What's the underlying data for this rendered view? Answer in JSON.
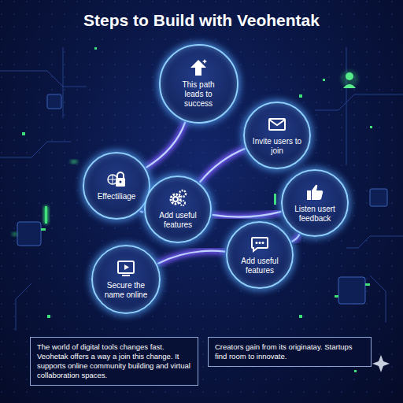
{
  "diagram": {
    "title": "Steps to Build with Veohentak",
    "nodes": [
      {
        "text": [
          "This path leads to success"
        ]
      },
      {
        "text": [
          "Invite users to join"
        ]
      },
      {
        "text": [
          "Effectiliage"
        ]
      },
      {
        "text": [
          "Listen usert feedback"
        ]
      },
      {
        "text": [
          "Add useful features"
        ]
      },
      {
        "text": [
          "Add useful features"
        ]
      },
      {
        "text": [
          "Secure the name online"
        ]
      },
      {
        "text": [
          "The world of digital tools changes fast. Veohetak offers a way a join this change. It supports online community building and virtual collaboration spaces."
        ]
      },
      {
        "text": [
          "Creators gain from its originatay. Startups find room to innovate."
        ]
      }
    ],
    "edges": [
      {
        "from": 0,
        "to": 2,
        "arrow": "none"
      },
      {
        "from": 2,
        "to": 4,
        "arrow": "none"
      },
      {
        "from": 4,
        "to": 1,
        "arrow": "none"
      },
      {
        "from": 4,
        "to": 3,
        "arrow": "none"
      },
      {
        "from": 3,
        "to": 5,
        "arrow": "none"
      },
      {
        "from": 5,
        "to": 6,
        "arrow": "none"
      }
    ]
  }
}
